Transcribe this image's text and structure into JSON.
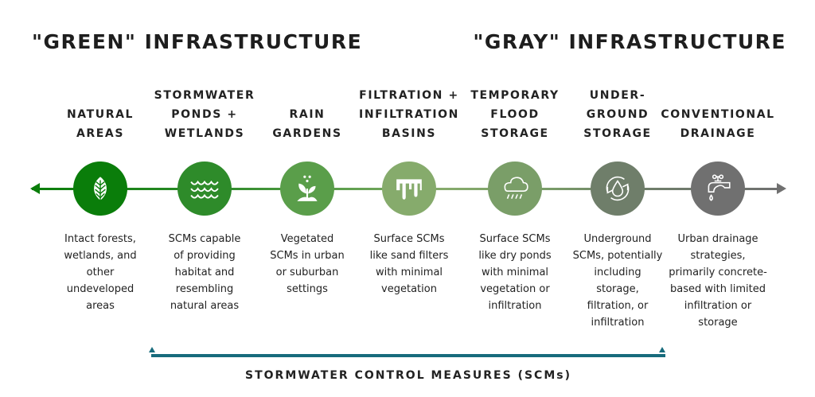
{
  "headers": {
    "green": "\"GREEN\" INFRASTRUCTURE",
    "gray": "\"GRAY\" INFRASTRUCTURE"
  },
  "items": [
    {
      "title": "NATURAL\nAREAS",
      "desc": "Intact forests,\nwetlands, and\nother\nundeveloped\nareas",
      "icon": "leaf-icon",
      "color": "#0a7d0a"
    },
    {
      "title": "STORMWATER\nPONDS +\nWETLANDS",
      "desc": "SCMs capable\nof providing\nhabitat and\nresembling\nnatural areas",
      "icon": "waves-icon",
      "color": "#2e8b2a"
    },
    {
      "title": "RAIN\nGARDENS",
      "desc": "Vegetated\nSCMs in urban\nor suburban\nsettings",
      "icon": "plant-icon",
      "color": "#5a9e4a"
    },
    {
      "title": "FILTRATION +\nINFILTRATION\nBASINS",
      "desc": "Surface SCMs\nlike sand filters\nwith minimal\nvegetation",
      "icon": "filter-icon",
      "color": "#86ab6c"
    },
    {
      "title": "TEMPORARY\nFLOOD\nSTORAGE",
      "desc": "Surface SCMs\nlike dry ponds\nwith minimal\nvegetation or\ninfiltration",
      "icon": "rain-cloud-icon",
      "color": "#7a9e68"
    },
    {
      "title": "UNDER-\nGROUND\nSTORAGE",
      "desc": "Underground\nSCMs, potentially\nincluding\nstorage,\nfiltration, or\ninfiltration",
      "icon": "water-cycle-icon",
      "color": "#6f7e6a"
    },
    {
      "title": "CONVENTIONAL\nDRAINAGE",
      "desc": "Urban drainage\nstrategies,\nprimarily concrete-\nbased with limited\ninfiltration or\nstorage",
      "icon": "faucet-icon",
      "color": "#707070"
    }
  ],
  "scm_label": "STORMWATER CONTROL MEASURES (SCMs)",
  "colors": {
    "scm_bar": "#176b7c"
  }
}
